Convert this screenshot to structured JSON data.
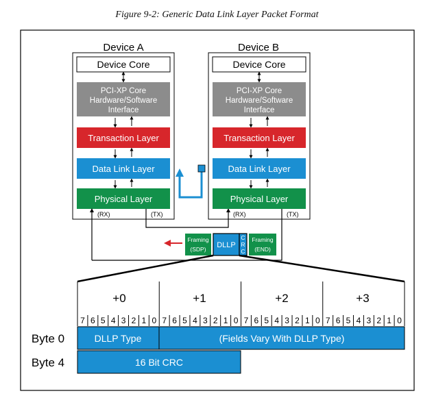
{
  "caption": "Figure 9-2: Generic Data Link Layer Packet Format",
  "devices": [
    {
      "name": "Device A",
      "core": "Device Core",
      "interface_lines": [
        "PCI-XP Core",
        "Hardware/Software",
        "Interface"
      ],
      "transaction": "Transaction Layer",
      "datalink": "Data Link Layer",
      "physical": "Physical Layer",
      "rx": "(RX)",
      "tx": "(TX)"
    },
    {
      "name": "Device B",
      "core": "Device Core",
      "interface_lines": [
        "PCI-XP Core",
        "Hardware/Software",
        "Interface"
      ],
      "transaction": "Transaction Layer",
      "datalink": "Data Link Layer",
      "physical": "Physical Layer",
      "rx": "(RX)",
      "tx": "(TX)"
    }
  ],
  "packet": {
    "sdp_lines": [
      "Framing",
      "(SDP)"
    ],
    "dllp": "DLLP",
    "crc_letters": [
      "C",
      "R",
      "C"
    ],
    "end_lines": [
      "Framing",
      "(END)"
    ]
  },
  "bytes": {
    "offsets": [
      "+0",
      "+1",
      "+2",
      "+3"
    ],
    "bit_labels": [
      "7",
      "6",
      "5",
      "4",
      "3",
      "2",
      "1",
      "0"
    ],
    "rows": [
      {
        "label": "Byte 0",
        "fields": [
          "DLLP Type",
          "(Fields Vary With DLLP Type)"
        ]
      },
      {
        "label": "Byte 4",
        "fields": [
          "16 Bit CRC"
        ]
      }
    ]
  },
  "colors": {
    "gray_box": "#8c8c8c",
    "transaction": "#d7262b",
    "datalink": "#1b8fd2",
    "physical": "#12914a",
    "red_arrow": "#d7262b",
    "blue_arrow": "#1b8fd2"
  }
}
